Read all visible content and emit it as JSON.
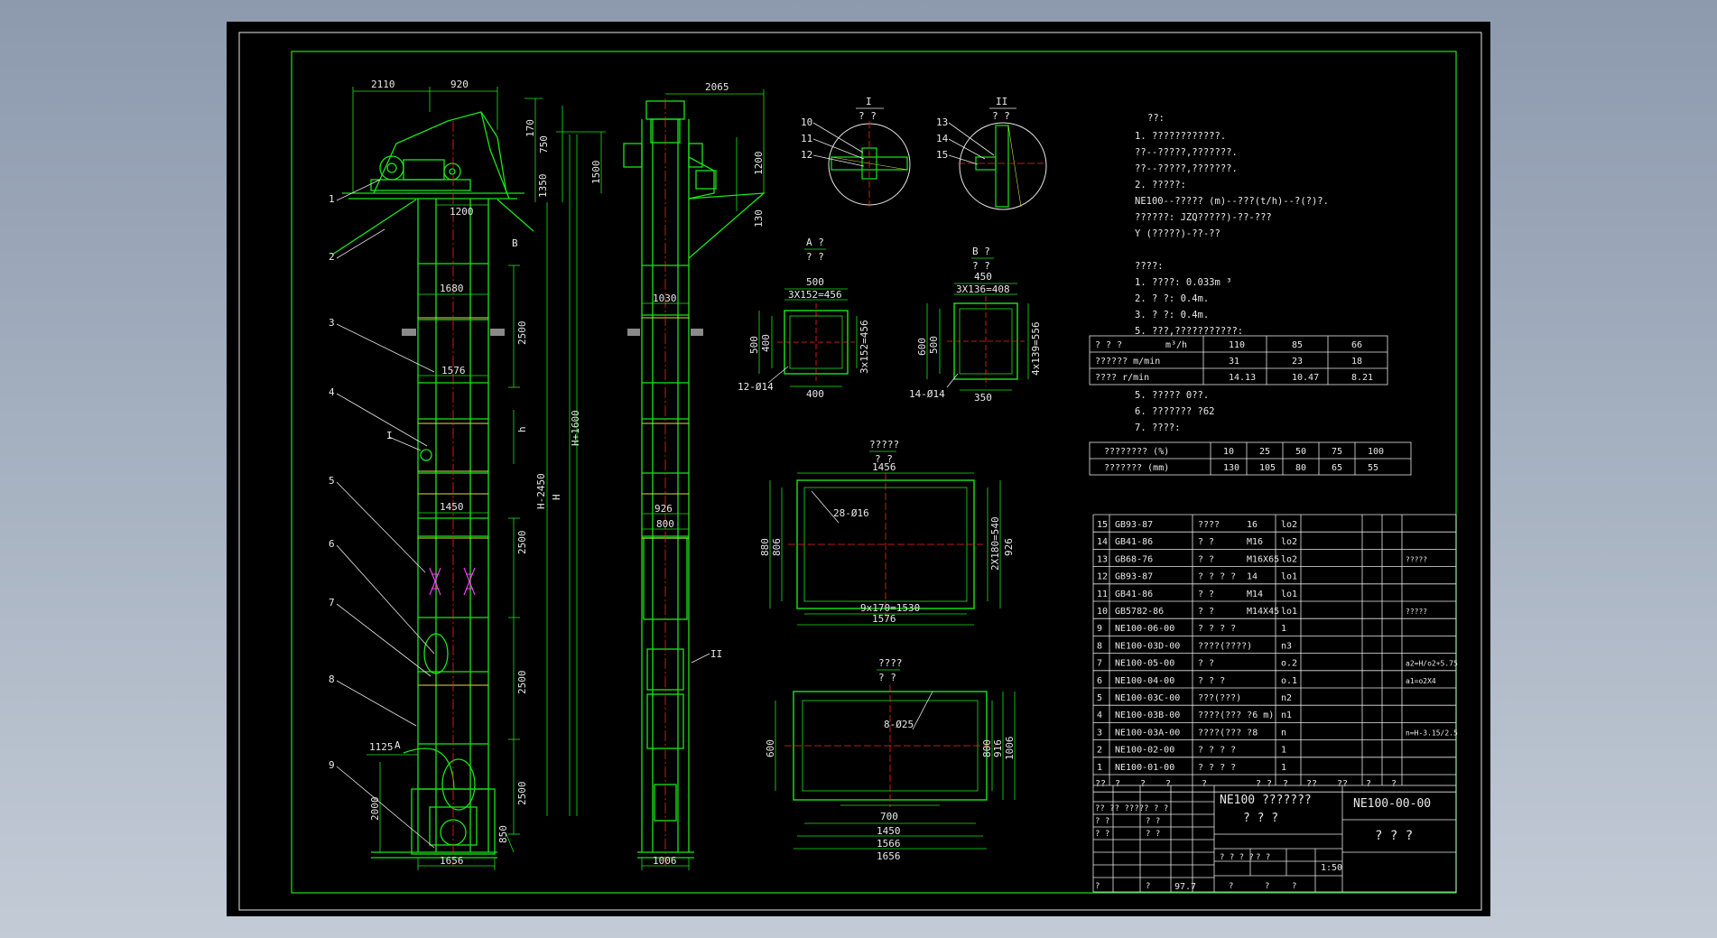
{
  "colors": {
    "green": "#19e619",
    "cyan": "#b0e8f0",
    "red": "#ff2020",
    "yellow": "#e0e040",
    "magenta": "#ff40ff",
    "white": "#e8e8e8"
  },
  "left_view": {
    "dims": {
      "top_left": "2110",
      "top_right": "920",
      "r170": "170",
      "r750": "750",
      "r1350": "1350",
      "r1500": "1500",
      "w1200": "1200",
      "w1680": "1680",
      "w1576": "1576",
      "w1450": "1450",
      "w1656": "1656",
      "w1125": "1125",
      "v2500a": "2500",
      "v_h": "h",
      "v2500b": "2500",
      "v2500c": "2500",
      "v2500d": "2500",
      "v850": "850",
      "v2000": "2000",
      "H2450": "H-2450",
      "H": "H",
      "H1600": "H+1600"
    },
    "callouts": [
      "1",
      "2",
      "3",
      "4",
      "5",
      "6",
      "7",
      "8",
      "9"
    ],
    "mark_I": "I",
    "mark_A": "A",
    "mark_B": "B"
  },
  "side_view": {
    "dims": {
      "top": "2065",
      "r1200": "1200",
      "r130": "130",
      "w1030": "1030",
      "w926": "926",
      "w800": "800",
      "w1006": "1006"
    },
    "mark_II": "II"
  },
  "detail_I": {
    "title": "I",
    "sub": "? ?",
    "labels": [
      "10",
      "11",
      "12"
    ]
  },
  "detail_II": {
    "title": "II",
    "sub": "? ?",
    "labels": [
      "13",
      "14",
      "15"
    ]
  },
  "section_A": {
    "title": "A ?",
    "sub": "? ?",
    "d500": "500",
    "d3x152": "3X152=456",
    "d400": "400",
    "dv500": "500",
    "dv400": "400",
    "dv3x152": "3x152=456",
    "holes": "12-Ø14"
  },
  "section_B": {
    "title": "B ?",
    "sub": "? ?",
    "d450": "450",
    "d3x136": "3X136=408",
    "d350": "350",
    "dv600": "600",
    "dv500": "500",
    "dv4x139": "4x139=556",
    "holes": "14-Ø14"
  },
  "flange_top": {
    "title": "?????",
    "sub": "? ?",
    "d1456": "1456",
    "holes": "28-Ø16",
    "d9x170": "9x170=1530",
    "d1576": "1576",
    "dv880": "880",
    "dv806": "806",
    "dv2x180": "2X180=540",
    "dv926": "926"
  },
  "flange_bottom": {
    "title": "????",
    "sub": "? ?",
    "holes": "8-Ø25",
    "d700": "700",
    "d1450": "1450",
    "d1566": "1566",
    "d1656": "1656",
    "dv600": "600",
    "dv800": "800",
    "dv916": "916",
    "dv1006": "1006"
  },
  "notes": {
    "title": "??:",
    "lines": [
      "1. ????????????.",
      "   ??--?????,???????.",
      "   ??--?????,???????.",
      "2. ?????:",
      "   NE100--????? (m)--???(t/h)--?(?)?.",
      "   ??????:   JZQ?????)-??-???",
      "               Y  (?????)-??-??",
      "",
      "   ????:",
      "1. ????:   0.033m ³",
      "2. ?   ?: 0.4m.",
      "3. ?   ?: 0.4m.",
      "5. ???,???????????:"
    ],
    "lines2": [
      "5. ?????  0??.",
      "6. ???????  ?62",
      "7. ????:"
    ]
  },
  "table1": {
    "rows": [
      [
        "? ? ?",
        "m³/h",
        "110",
        "85",
        "66"
      ],
      [
        "??????    m/min",
        "",
        "31",
        "23",
        "18"
      ],
      [
        "????      r/min",
        "",
        "14.13",
        "10.47",
        "8.21"
      ]
    ]
  },
  "table2": {
    "rows": [
      [
        "???????? (%)",
        "10",
        "25",
        "50",
        "75",
        "100"
      ],
      [
        "??????? (mm)",
        "130",
        "105",
        "80",
        "65",
        "55"
      ]
    ]
  },
  "bom": {
    "rows": [
      [
        "15",
        "GB93-87",
        "????",
        "16",
        "lo2",
        "",
        ""
      ],
      [
        "14",
        "GB41-86",
        "? ?",
        "M16",
        "lo2",
        "",
        ""
      ],
      [
        "13",
        "GB68-76",
        "? ?",
        "M16X65",
        "lo2",
        "",
        "?????"
      ],
      [
        "12",
        "GB93-87",
        "? ? ? ?",
        "14",
        "lo1",
        "",
        ""
      ],
      [
        "11",
        "GB41-86",
        "? ?",
        "M14",
        "lo1",
        "",
        ""
      ],
      [
        "10",
        "GB5782-86",
        "? ?",
        "M14X45",
        "lo1",
        "",
        "?????"
      ],
      [
        "9",
        "NE100-06-00",
        "? ? ? ?",
        "",
        "1",
        "",
        ""
      ],
      [
        "8",
        "NE100-03D-00",
        "????(????)",
        "",
        "n3",
        "",
        ""
      ],
      [
        "7",
        "NE100-05-00",
        "? ?",
        "",
        "o.2",
        "",
        "a2=H/o2+5.75"
      ],
      [
        "6",
        "NE100-04-00",
        "? ? ?",
        "",
        "o.1",
        "",
        "a1=o2X4"
      ],
      [
        "5",
        "NE100-03C-00",
        "???(???)",
        "",
        "n2",
        "",
        ""
      ],
      [
        "4",
        "NE100-03B-00",
        "????(???   ?6 m)",
        "",
        "n1",
        "",
        ""
      ],
      [
        "3",
        "NE100-03A-00",
        "????(???   ?8",
        "",
        "n",
        "",
        "n=H-3.15/2.5"
      ],
      [
        "2",
        "NE100-02-00",
        "? ? ? ?",
        "",
        "1",
        "",
        ""
      ],
      [
        "1",
        "NE100-01-00",
        "? ? ? ?",
        "",
        "1",
        "",
        ""
      ]
    ],
    "header": [
      "??",
      "?",
      "?",
      "?",
      "?",
      "? ?",
      "?",
      "??",
      "??",
      "?",
      "?"
    ]
  },
  "title_block": {
    "name1": "NE100 ???????",
    "name2": "? ? ?",
    "drawing_no": "NE100-00-00",
    "unit": "? ? ?",
    "scale": "1:50",
    "date": "97.7",
    "small_text": [
      "?? ??  ?????  ? ?",
      "? ?",
      "? ?",
      "? ?",
      "?  ?",
      "? ? ? ?",
      "? ?",
      "?",
      "?",
      "?",
      "?",
      "?"
    ]
  }
}
